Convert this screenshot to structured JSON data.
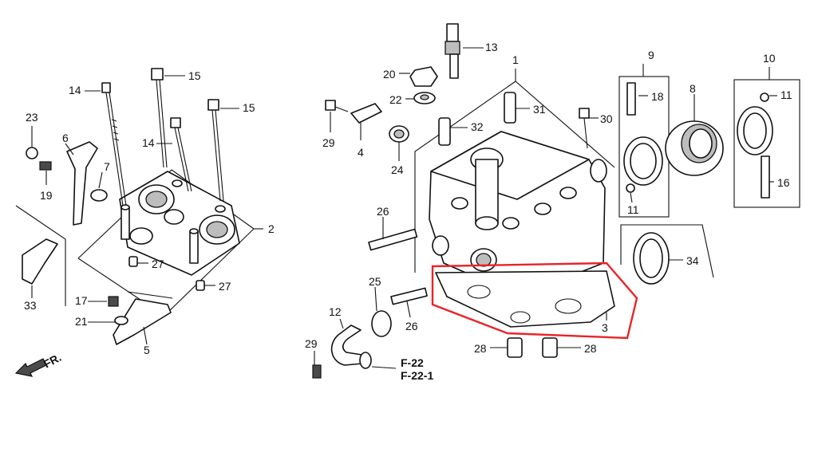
{
  "colors": {
    "line": "#111111",
    "highlight": "#e8242a",
    "background": "#ffffff"
  },
  "callouts": {
    "p1": "1",
    "p2": "2",
    "p3": "3",
    "p4": "4",
    "p5": "5",
    "p6": "6",
    "p7": "7",
    "p8": "8",
    "p9": "9",
    "p10": "10",
    "p11a": "11",
    "p11b": "11",
    "p12": "12",
    "p13": "13",
    "p14a": "14",
    "p14b": "14",
    "p15a": "15",
    "p15b": "15",
    "p16": "16",
    "p17": "17",
    "p18": "18",
    "p19": "19",
    "p20": "20",
    "p21": "21",
    "p22": "22",
    "p23": "23",
    "p24": "24",
    "p25": "25",
    "p26a": "26",
    "p26b": "26",
    "p27a": "27",
    "p27b": "27",
    "p28a": "28",
    "p28b": "28",
    "p29a": "29",
    "p29b": "29",
    "p30": "30",
    "p31": "31",
    "p32": "32",
    "p33": "33",
    "p34": "34"
  },
  "references": {
    "f22": "F-22",
    "f22_1": "F-22-1"
  },
  "direction": {
    "front": "FR."
  },
  "highlighted_part": "3"
}
